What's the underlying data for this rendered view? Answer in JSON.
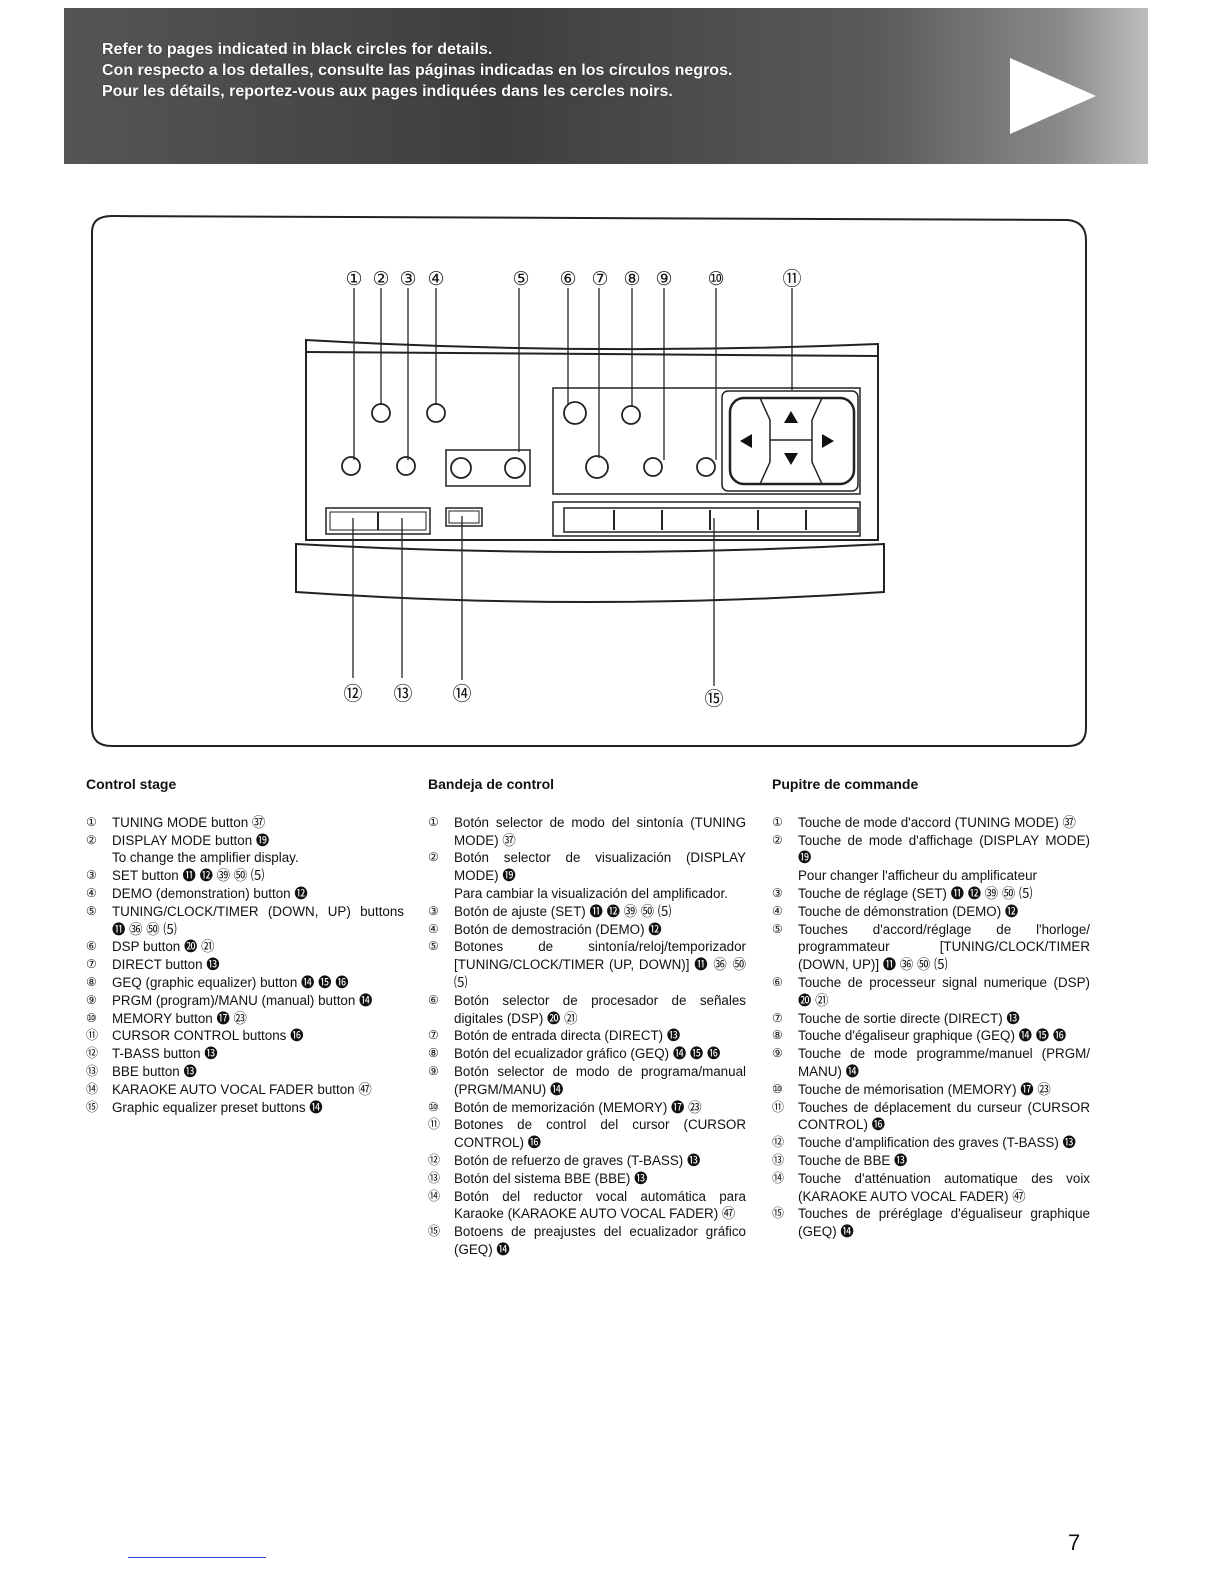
{
  "header": {
    "lines": [
      "Refer to pages indicated in black circles for details.",
      "Con respecto a los detalles, consulte las páginas indicadas en los círculos negros.",
      "Pour les détails, reportez-vous aux pages indiquées dans les cercles noirs."
    ]
  },
  "diagram": {
    "callouts_top": [
      "①",
      "②",
      "③",
      "④",
      "⑤",
      "⑥",
      "⑦",
      "⑧",
      "⑨",
      "⑩",
      "⑪"
    ],
    "callouts_bottom": [
      "⑫",
      "⑬",
      "⑭",
      "⑮"
    ]
  },
  "columns": [
    {
      "title": "Control stage",
      "items": [
        {
          "num": "①",
          "text": "TUNING MODE button ㊲"
        },
        {
          "num": "②",
          "text": "DISPLAY MODE button ⓳\nTo change the amplifier display."
        },
        {
          "num": "③",
          "text": "SET button ⓫ ⓬ ㊴ ㊿ ⑸"
        },
        {
          "num": "④",
          "text": "DEMO (demonstration) button ⓬"
        },
        {
          "num": "⑤",
          "text": "TUNING/CLOCK/TIMER (DOWN, UP) buttons ⓫ ㊱ ㊿ ⑸"
        },
        {
          "num": "⑥",
          "text": "DSP button ⓴ ㉑"
        },
        {
          "num": "⑦",
          "text": "DIRECT button ⓭"
        },
        {
          "num": "⑧",
          "text": "GEQ (graphic equalizer) button ⓮ ⓯ ⓰"
        },
        {
          "num": "⑨",
          "text": "PRGM (program)/MANU (manual) button ⓮"
        },
        {
          "num": "⑩",
          "text": "MEMORY button ⓱ ㉓"
        },
        {
          "num": "⑪",
          "text": "CURSOR CONTROL buttons ⓰"
        },
        {
          "num": "⑫",
          "text": "T-BASS button ⓭"
        },
        {
          "num": "⑬",
          "text": "BBE button ⓭"
        },
        {
          "num": "⑭",
          "text": "KARAOKE AUTO VOCAL FADER button ㊼"
        },
        {
          "num": "⑮",
          "text": "Graphic equalizer preset buttons ⓮"
        }
      ]
    },
    {
      "title": "Bandeja de control",
      "items": [
        {
          "num": "①",
          "text": "Botón selector de modo del sintonía (TUNING MODE) ㊲"
        },
        {
          "num": "②",
          "text": "Botón selector de visualización (DISPLAY MODE) ⓳\nPara cambiar la visualización del amplificador."
        },
        {
          "num": "③",
          "text": "Botón de ajuste (SET) ⓫ ⓬ ㊴ ㊿ ⑸"
        },
        {
          "num": "④",
          "text": "Botón de demostración (DEMO) ⓬"
        },
        {
          "num": "⑤",
          "text": "Botones de sintonía/reloj/temporizador [TUNING/CLOCK/TIMER (UP, DOWN)] ⓫ ㊱ ㊿ ⑸"
        },
        {
          "num": "⑥",
          "text": "Botón selector de procesador de señales digitales (DSP) ⓴ ㉑"
        },
        {
          "num": "⑦",
          "text": "Botón de entrada directa (DIRECT) ⓭"
        },
        {
          "num": "⑧",
          "text": "Botón del ecualizador gráfico (GEQ) ⓮ ⓯ ⓰"
        },
        {
          "num": "⑨",
          "text": "Botón selector de modo de programa/manual (PRGM/MANU) ⓮"
        },
        {
          "num": "⑩",
          "text": "Botón de memorización (MEMORY) ⓱ ㉓"
        },
        {
          "num": "⑪",
          "text": "Botones de control del cursor (CURSOR CONTROL) ⓰"
        },
        {
          "num": "⑫",
          "text": "Botón de refuerzo de graves (T-BASS) ⓭"
        },
        {
          "num": "⑬",
          "text": "Botón del sistema BBE (BBE) ⓭"
        },
        {
          "num": "⑭",
          "text": "Botón del reductor vocal automática para Karaoke (KARAOKE AUTO VOCAL FADER) ㊼"
        },
        {
          "num": "⑮",
          "text": "Botoens de preajustes del ecualizador gráfico (GEQ) ⓮"
        }
      ]
    },
    {
      "title": "Pupitre de commande",
      "items": [
        {
          "num": "①",
          "text": "Touche de mode d'accord (TUNING MODE) ㊲"
        },
        {
          "num": "②",
          "text": "Touche de mode d'affichage (DISPLAY MODE) ⓳\nPour changer l'afficheur du amplificateur"
        },
        {
          "num": "③",
          "text": "Touche de réglage (SET) ⓫ ⓬ ㊴ ㊿ ⑸"
        },
        {
          "num": "④",
          "text": "Touche de démonstration (DEMO) ⓬"
        },
        {
          "num": "⑤",
          "text": "Touches d'accord/réglage de l'horloge/ programmateur [TUNING/CLOCK/TIMER (DOWN, UP)] ⓫ ㊱ ㊿ ⑸"
        },
        {
          "num": "⑥",
          "text": "Touche de processeur signal numerique (DSP) ⓴ ㉑"
        },
        {
          "num": "⑦",
          "text": "Touche de sortie directe (DIRECT) ⓭"
        },
        {
          "num": "⑧",
          "text": "Touche d'égaliseur graphique (GEQ) ⓮ ⓯ ⓰"
        },
        {
          "num": "⑨",
          "text": "Touche de mode programme/manuel (PRGM/ MANU) ⓮"
        },
        {
          "num": "⑩",
          "text": "Touche de mémorisation (MEMORY) ⓱ ㉓"
        },
        {
          "num": "⑪",
          "text": "Touches de déplacement du curseur (CURSOR CONTROL) ⓰"
        },
        {
          "num": "⑫",
          "text": "Touche d'amplification des graves (T-BASS) ⓭"
        },
        {
          "num": "⑬",
          "text": "Touche de BBE ⓭"
        },
        {
          "num": "⑭",
          "text": "Touche d'atténuation automatique des voix (KARAOKE AUTO VOCAL FADER) ㊼"
        },
        {
          "num": "⑮",
          "text": "Touches de préréglage d'égualiseur graphique (GEQ) ⓮"
        }
      ]
    }
  ],
  "page_number": "7"
}
